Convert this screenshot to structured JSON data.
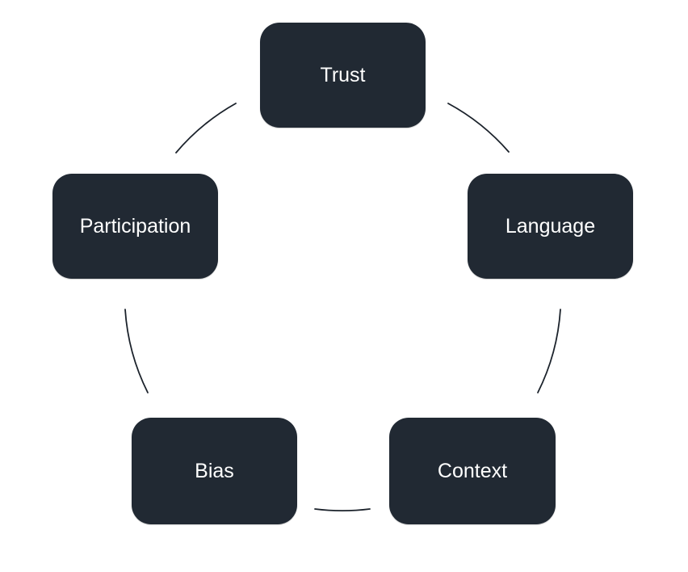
{
  "diagram": {
    "type": "cycle",
    "colors": {
      "background": "#ffffff",
      "node_fill": "#212933",
      "node_text": "#ffffff",
      "arc_color": "#1b222b"
    },
    "nodes": [
      {
        "id": "trust",
        "label": "Trust",
        "position": "top"
      },
      {
        "id": "language",
        "label": "Language",
        "position": "upper-right"
      },
      {
        "id": "context",
        "label": "Context",
        "position": "lower-right"
      },
      {
        "id": "bias",
        "label": "Bias",
        "position": "lower-left"
      },
      {
        "id": "participation",
        "label": "Participation",
        "position": "upper-left"
      }
    ],
    "connections": [
      {
        "from": "trust",
        "to": "language"
      },
      {
        "from": "language",
        "to": "context"
      },
      {
        "from": "context",
        "to": "bias"
      },
      {
        "from": "bias",
        "to": "participation"
      },
      {
        "from": "participation",
        "to": "trust"
      }
    ]
  }
}
